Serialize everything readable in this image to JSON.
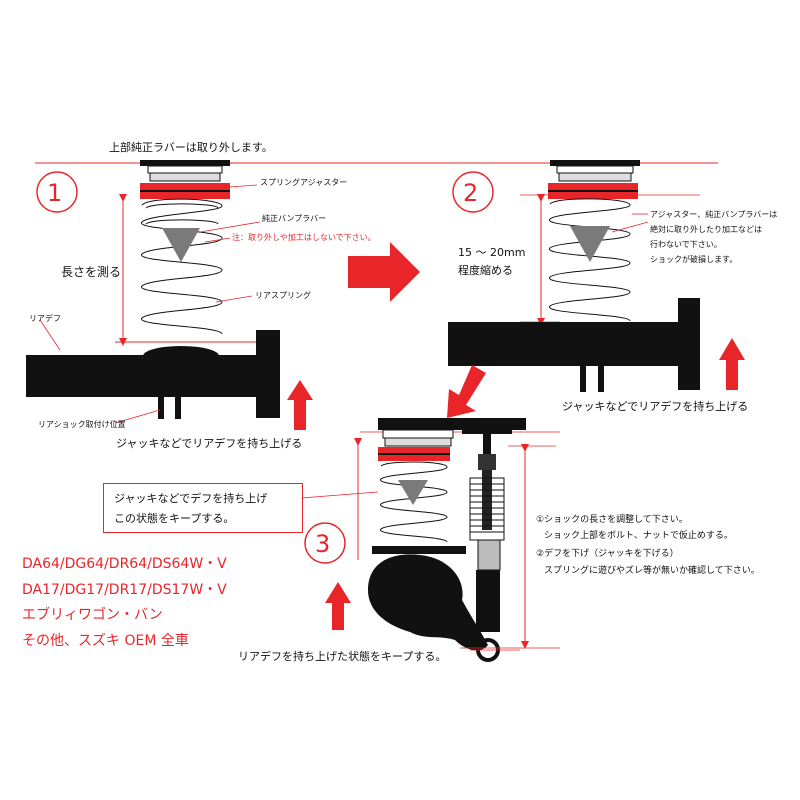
{
  "colors": {
    "red": "#e8262a",
    "black": "#0d0d0d",
    "grey": "#7a7a7a"
  },
  "header": {
    "top_note": "上部純正ラバーは取り外します。"
  },
  "steps": {
    "one": {
      "number": "1",
      "spring_adjuster": "スプリングアジャスター",
      "bump_rubber": "純正バンプラバー",
      "caution": "注：取り外しや加工はしないで下さい。",
      "measure": "長さを測る",
      "rear_spring": "リアスプリング",
      "rear_diff": "リアデフ",
      "mount_position": "リアショック取付け位置",
      "lift_note": "ジャッキなどでリアデフを持ち上げる"
    },
    "two": {
      "number": "2",
      "warning_lines": [
        "アジャスター、純正バンプラバーは",
        "絶対に取り外したり加工などは",
        "行わないで下さい。",
        "ショックが破損します。"
      ],
      "compress_amount": "15 ～ 20mm",
      "compress_label": "程度縮める",
      "lift_note": "ジャッキなどでリアデフを持ち上げる"
    },
    "three": {
      "number": "3",
      "callout_lines": [
        "ジャッキなどでデフを持ち上げ",
        "この状態をキープする。"
      ],
      "instructions": [
        "①ショックの長さを調整して下さい。",
        "ショック上部をボルト、ナットで仮止めする。",
        "②デフを下げ（ジャッキを下げる）",
        "スプリングに遊びやズレ等が無いか確認して下さい。"
      ],
      "keep_note": "リアデフを持ち上げた状態をキープする。"
    }
  },
  "models": [
    "DA64/DG64/DR64/DS64W・V",
    "DA17/DG17/DR17/DS17W・V",
    "エブリィワゴン・バン",
    "その他、スズキ OEM 全車"
  ]
}
